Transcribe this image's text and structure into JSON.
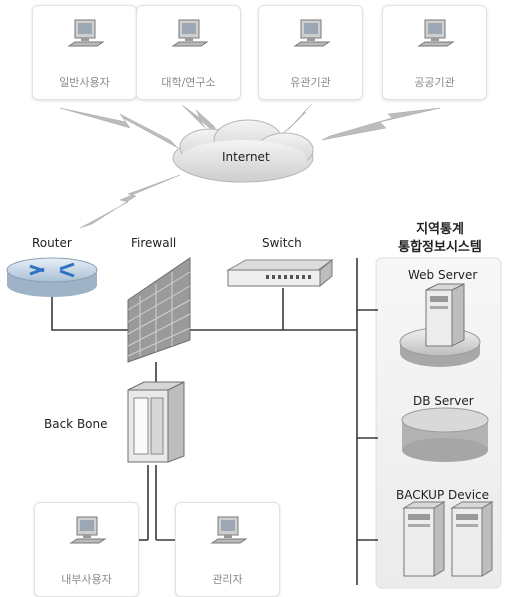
{
  "user_groups_top": [
    {
      "label": "일반사용자",
      "icon": "computer-icon"
    },
    {
      "label": "대학/연구소",
      "icon": "computer-icon"
    },
    {
      "label": "유관기관",
      "icon": "computer-icon"
    },
    {
      "label": "공공기관",
      "icon": "computer-icon"
    }
  ],
  "cloud": {
    "label": "Internet"
  },
  "devices": {
    "router": "Router",
    "firewall": "Firewall",
    "switch": "Switch",
    "backbone": "Back Bone"
  },
  "system": {
    "title_line1": "지역통계",
    "title_line2": "통합정보시스템",
    "web_server": "Web Server",
    "db_server": "DB Server",
    "backup": "BACKUP Device"
  },
  "user_groups_bottom": [
    {
      "label": "내부사용자",
      "icon": "computer-icon"
    },
    {
      "label": "관리자",
      "icon": "computer-icon"
    }
  ],
  "colors": {
    "line": "#444444",
    "lightning": "#b9b9b9",
    "brick": "#8a8a8a",
    "cloud": "#d8d8d8"
  }
}
